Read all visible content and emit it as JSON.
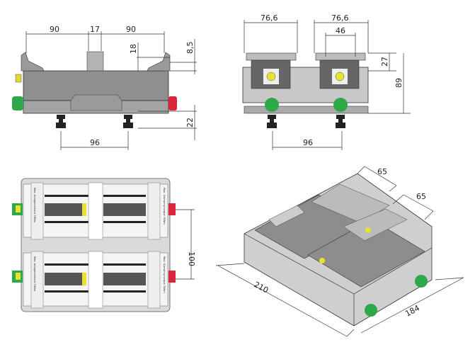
{
  "front_view": {
    "dims": {
      "left_width": "90",
      "center_width": "17",
      "right_width": "90",
      "jaw_height": "18",
      "jaw_step": "8,5",
      "pin_height": "22",
      "pin_spacing": "96"
    }
  },
  "side_view": {
    "dims": {
      "left_jaw_width": "76,6",
      "right_jaw_width": "76,6",
      "jaw_inner": "46",
      "jaw_height": "27",
      "total_height": "89",
      "pin_spacing": "96"
    }
  },
  "top_view": {
    "dims": {
      "vise_spacing": "100"
    },
    "labels": {
      "left_label": "Max. Anlagemoment 70Nm",
      "right_label": "Max. Clamping torque 70Nm"
    }
  },
  "iso_view": {
    "dims": {
      "jaw_width_a": "65",
      "jaw_width_b": "65",
      "length": "210",
      "width": "184"
    }
  },
  "colors": {
    "body": "#8a8a8a",
    "plate": "#d8dadc",
    "green": "#2fa84a",
    "red": "#d9263a",
    "yellow": "#e8e230"
  }
}
